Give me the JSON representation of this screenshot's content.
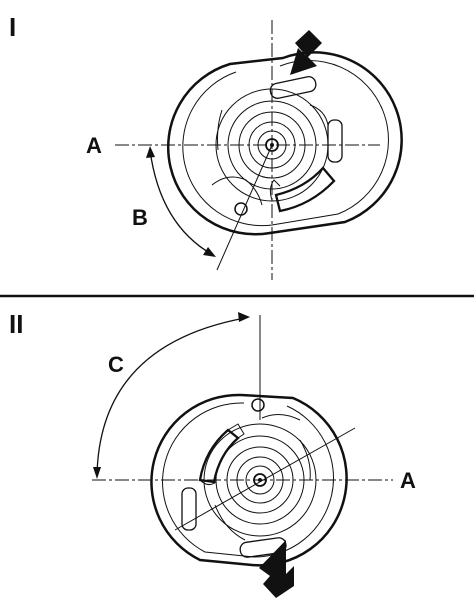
{
  "panels": [
    {
      "numeral": "I",
      "labels": {
        "axis": "A",
        "angle": "B"
      }
    },
    {
      "numeral": "II",
      "labels": {
        "axis": "A",
        "angle": "C"
      }
    }
  ],
  "colors": {
    "ink": "#111111",
    "background": "#ffffff"
  },
  "icons": [
    "arrow-icon"
  ]
}
